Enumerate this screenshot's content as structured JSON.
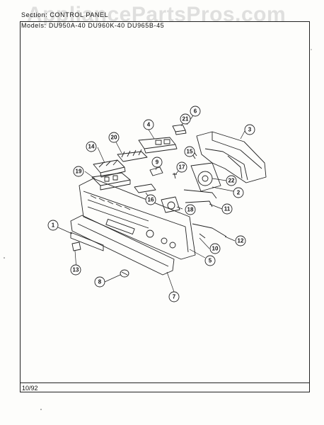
{
  "header": {
    "section_line": "Section: CONTROL PANEL",
    "models_line": "Models: DU950A-40  DU960K-40  DU965B-45"
  },
  "watermark": "AppliancePartsPros.com",
  "footer": {
    "date": "10/92"
  },
  "callouts": [
    "1",
    "2",
    "3",
    "4",
    "5",
    "6",
    "7",
    "8",
    "9",
    "10",
    "11",
    "12",
    "13",
    "14",
    "15",
    "16",
    "17",
    "18",
    "19",
    "20",
    "21",
    "22"
  ],
  "colors": {
    "ink": "#111111",
    "paper": "#fdfdfb",
    "watermark": "#7a7a7a"
  }
}
